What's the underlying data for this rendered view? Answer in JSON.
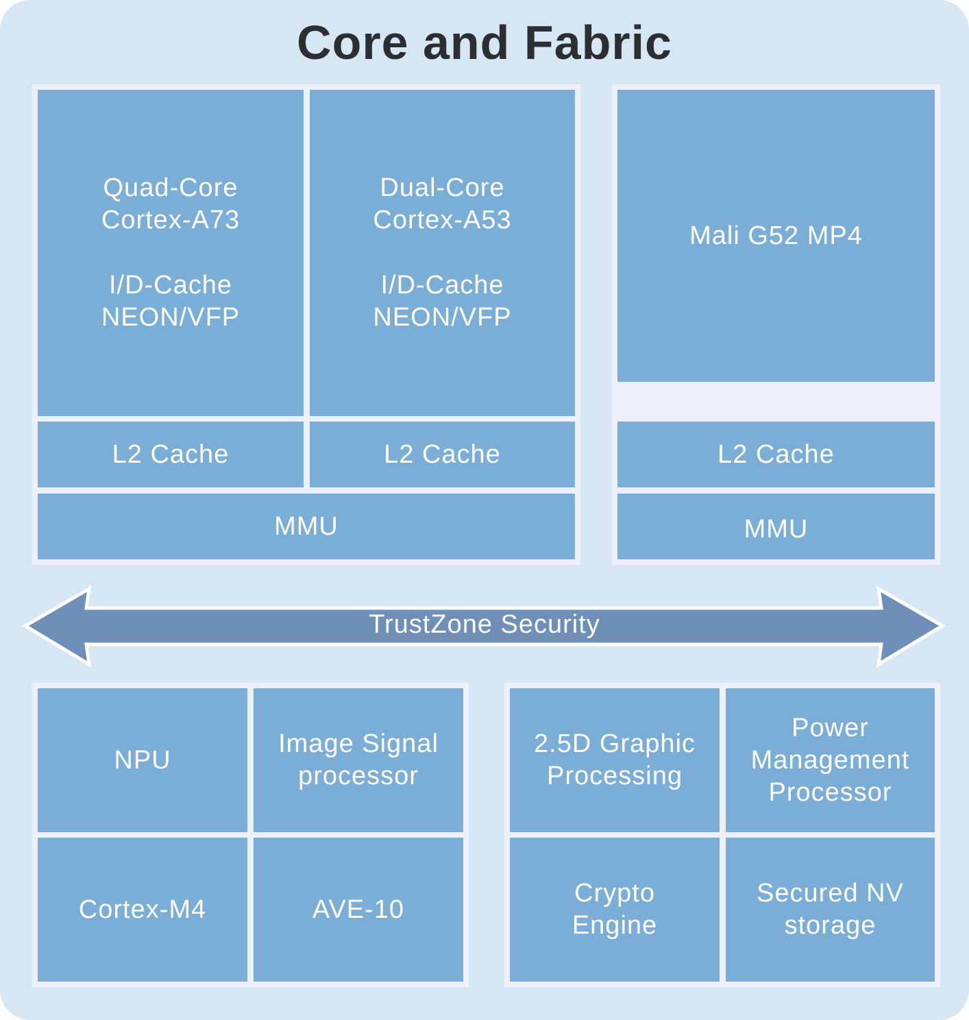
{
  "title": "Core and Fabric",
  "cpu_group": {
    "a73": {
      "line1": "Quad-Core\nCortex-A73",
      "line2": "I/D-Cache\nNEON/VFP"
    },
    "a53": {
      "line1": "Dual-Core\nCortex-A53",
      "line2": "I/D-Cache\nNEON/VFP"
    },
    "l2_a73": "L2 Cache",
    "l2_a53": "L2 Cache",
    "mmu": "MMU"
  },
  "gpu_group": {
    "gpu": "Mali G52 MP4",
    "l2": "L2 Cache",
    "mmu": "MMU"
  },
  "bus": {
    "label": "TrustZone Security"
  },
  "accel_group": {
    "npu": "NPU",
    "isp": "Image Signal\nprocessor",
    "m4": "Cortex-M4",
    "ave": "AVE-10"
  },
  "system_group": {
    "graphic": "2.5D Graphic\nProcessing",
    "pmp": "Power\nManagement\nProcessor",
    "crypto": "Crypto\nEngine",
    "nv": "Secured NV\nstorage"
  },
  "colors": {
    "background": "#d6e6f3",
    "frame": "#edf0fa",
    "block": "#7baed6",
    "arrow": "#6f8fb8"
  }
}
